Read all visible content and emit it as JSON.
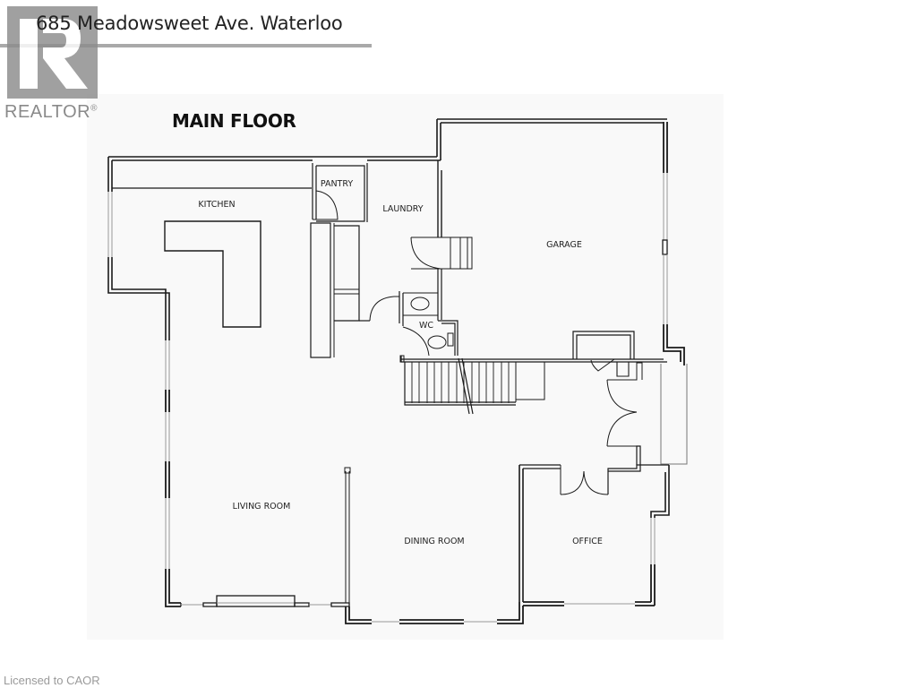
{
  "header": {
    "address": "685 Meadowsweet Ave. Waterloo"
  },
  "branding": {
    "logo_icon": "realtor-r-logo-icon",
    "logo_text": "REALTOR",
    "logo_mark": "®",
    "logo_color": "#8a8a8a"
  },
  "plan": {
    "title": "MAIN FLOOR",
    "background": "#f9f9f9",
    "wall_color": "#1a1a1a",
    "rooms": [
      {
        "id": "kitchen",
        "label": "KITCHEN"
      },
      {
        "id": "pantry",
        "label": "PANTRY"
      },
      {
        "id": "laundry",
        "label": "LAUNDRY"
      },
      {
        "id": "garage",
        "label": "GARAGE"
      },
      {
        "id": "wc",
        "label": "WC"
      },
      {
        "id": "living-room",
        "label": "LIVING ROOM"
      },
      {
        "id": "dining-room",
        "label": "DINING ROOM"
      },
      {
        "id": "office",
        "label": "OFFICE"
      }
    ]
  },
  "footer": {
    "license": "Licensed to CAOR"
  }
}
